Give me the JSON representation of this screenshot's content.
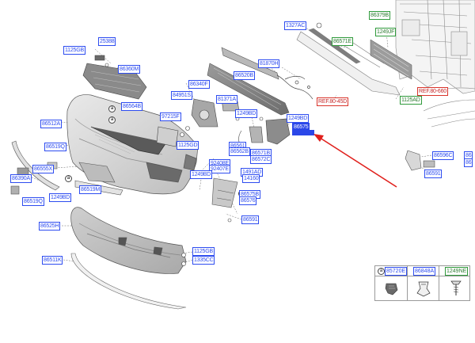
{
  "diagram": {
    "labels": {
      "l_25388": "25388",
      "l_1125GB_top": "1125GB",
      "l_86360M": "86360M",
      "l_86512A": "86512A",
      "l_86564B": "86564B",
      "l_86519Q": "86519Q",
      "l_86555X": "86555X",
      "l_86390A": "86390A",
      "l_86519Q_b": "86519Q",
      "l_1249BD_left": "1249BD",
      "l_86519M": "86519M",
      "l_86520B": "86520B",
      "l_86340F": "86340F",
      "l_84951S": "84951S",
      "l_97215F": "97215F",
      "l_1125GD": "1125GD",
      "l_81371A": "81371A",
      "l_81870H": "81870H",
      "l_1249BD_mid": "1249BD",
      "l_86561": "86561",
      "l_86562B": "86562B",
      "l_86571B": "86571B",
      "l_86572C": "86572C",
      "l_92408E": "92408E",
      "l_92407E": "92407E",
      "l_1249BD_low": "1249BD",
      "l_1491AD": "1491AD",
      "l_14160": "14160",
      "l_86575B": "86575B",
      "l_86576": "86576",
      "l_1249BD_r": "1249BD",
      "l_86575_sel": "86575",
      "l_86591": "86591",
      "l_86525H": "86525H",
      "l_1125GB_low": "1125GB",
      "l_86511K": "86511K",
      "l_1335CC": "1335CC",
      "l_1327AC": "1327AC",
      "l_86571E": "86571E",
      "l_86379B": "86379B",
      "l_1249JF": "1249JF",
      "l_REF_8045D": "REF.80-45D",
      "l_REF_8066D": "REF.80-660",
      "l_1125AD": "1125AD",
      "l_86596C": "86596C",
      "l_86591_r": "86591",
      "l_r_cut1": "86",
      "l_r_cut2": "86"
    },
    "legend": {
      "col1": "85720E",
      "col2": "86848A",
      "col3": "1249NE",
      "col1_circle": "a"
    },
    "callouts": [
      "a",
      "a",
      "a",
      "a"
    ],
    "arrow_color": "#e0201c"
  }
}
